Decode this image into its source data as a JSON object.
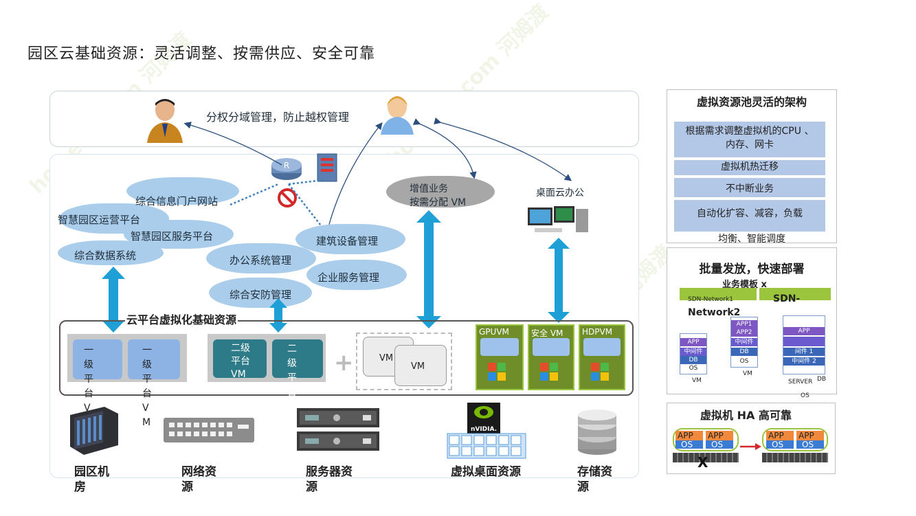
{
  "page": {
    "title": "园区云基础资源：灵活调整、按需供应、安全可靠"
  },
  "top": {
    "admin_note": "分权分域管理，防止越权管理",
    "desktop_office": "桌面云办公"
  },
  "clouds": {
    "portal": "综合信息门户网站",
    "ops_platform": "智慧园区运营平台",
    "service_platform": "智慧园区服务平台",
    "data_system": "综合数据系统",
    "building_mgmt": "建筑设备管理",
    "office_mgmt": "办公系统管理",
    "enterprise_service": "企业服务管理",
    "security_mgmt": "综合安防管理",
    "value_added": "增值业务",
    "on_demand_vm": "按需分配 VM"
  },
  "platform": {
    "title": "云平台虚拟化基础资源",
    "level1_vm": "一级平台VM",
    "level2_vm": "二级平台VM",
    "level2_vm_b": "二级平台VM",
    "vm": "VM",
    "gpu_vm": "GPUVM",
    "safe_vm": "安全 VM",
    "hdp_vm": "HDPVM"
  },
  "resources": {
    "datacenter": "园区机房",
    "network": "网络资源",
    "server": "服务器资源",
    "vdesktop": "虚拟桌面资源",
    "storage": "存储资源",
    "nvidia": "nVIDIA."
  },
  "side1": {
    "title": "虚拟资源池灵活的架构",
    "row1": "根据需求调整虚拟机的CPU 、内存、网卡",
    "row2": "虚拟机热迁移",
    "row3": "不中断业务",
    "row4": "自动化扩容、减容，负载",
    "row5": "均衡、智能调度"
  },
  "side2": {
    "title": "批量发放，快速部署",
    "template": "业务模板 x",
    "net1": "SDN-Network1",
    "net2": "SDN-",
    "net2b": "Network2",
    "app": "APP",
    "app1": "APP1",
    "app2": "APP2",
    "middleware": "中间件",
    "middleware1": "间件 1",
    "middleware2": "中间件 2",
    "db": "DB",
    "os": "OS",
    "vm": "VM",
    "server": "SERVER"
  },
  "side3": {
    "title": "虚拟机 HA 高可靠",
    "app": "APP",
    "os": "OS",
    "x": "X"
  },
  "colors": {
    "arrow": "#1ea0d6",
    "cloud_blue": "#a9cdea",
    "cloud_gray": "#a7a7a7",
    "vm_blue": "#8cb3e3",
    "vm_teal": "#2d7a89",
    "green": "#6f8e2a"
  },
  "watermark": "homedo.com 河姆渡"
}
